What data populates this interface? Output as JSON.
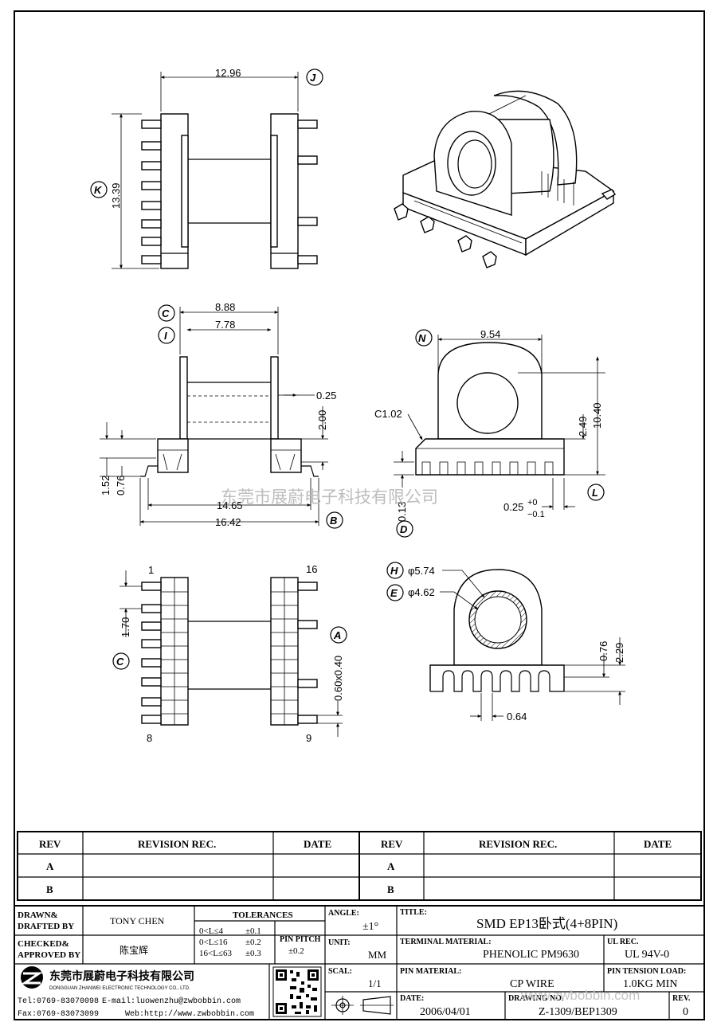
{
  "dimensions": {
    "top_width": "12.96",
    "top_height": "13.39",
    "side_outer": "8.88",
    "side_inner": "7.78",
    "flange_thk": "0.25",
    "base_step": "2.00",
    "left_152": "1.52",
    "left_076": "0.76",
    "span_inner": "14.65",
    "span_outer": "16.42",
    "front_width": "9.54",
    "chamfer": "C1.02",
    "front_249": "2.49",
    "front_height": "10.40",
    "front_013": "0.13",
    "front_tol": "0.25",
    "tol_plus": "+0",
    "tol_minus": "−0.1",
    "bottom_pitch": "1.70",
    "pin_size": "0.60x0.40",
    "pin_first": "1",
    "pin_16": "16",
    "pin_8": "8",
    "pin_9": "9",
    "dia_outer": "φ5.74",
    "dia_inner": "φ4.62",
    "rear_076": "0.76",
    "rear_229": "2.29",
    "rear_064": "0.64"
  },
  "markers": {
    "J": "J",
    "K": "K",
    "C": "C",
    "I": "I",
    "B": "B",
    "N": "N",
    "L": "L",
    "D": "D",
    "A": "A",
    "H": "H",
    "E": "E",
    "C2": "C"
  },
  "watermark": {
    "center": "东莞市展蔚电子科技有限公司",
    "corner": "www.zwbobbin.com"
  },
  "revision_table": {
    "headers": [
      "REV",
      "REVISION REC.",
      "DATE",
      "REV",
      "REVISION REC.",
      "DATE"
    ],
    "rows": [
      [
        "A",
        "",
        "",
        "A",
        "",
        ""
      ],
      [
        "B",
        "",
        "",
        "B",
        "",
        ""
      ]
    ]
  },
  "title_block": {
    "drawn_label": "DRAWN&\nDRAFTED BY",
    "drawn_label_1": "DRAWN&",
    "drawn_label_2": "DRAFTED BY",
    "drawn_value": "TONY CHEN",
    "checked_label_1": "CHECKED&",
    "checked_label_2": "APPROVED BY",
    "checked_value": "陈宝辉",
    "tolerances_label": "TOLERANCES",
    "tol_rows": [
      [
        "0<L≤4",
        "±0.1"
      ],
      [
        "0<L≤16",
        "±0.2"
      ],
      [
        "16<L≤63",
        "±0.3"
      ]
    ],
    "pin_pitch_label": "PIN PITCH",
    "pin_pitch_value": "±0.2",
    "angle_label": "ANGLE:",
    "angle_value": "±1°",
    "unit_label": "UNIT:",
    "unit_value": "MM",
    "scal_label": "SCAL:",
    "scal_value": "1/1",
    "title_label": "TITLE:",
    "title_value": "SMD EP13卧式(4+8PIN)",
    "terminal_label": "TERMINAL MATERIAL:",
    "terminal_value": "PHENOLIC PM9630",
    "ul_label": "UL REC.",
    "ul_value": "UL 94V-0",
    "pin_material_label": "PIN MATERIAL:",
    "pin_material_value": "CP WIRE",
    "tension_label": "PIN TENSION LOAD:",
    "tension_value": "1.0KG MIN",
    "date_label": "DATE:",
    "date_value": "2006/04/01",
    "drawing_label": "DRAWING NO.",
    "drawing_value": "Z-1309/BEP1309",
    "rev_label": "REV.",
    "rev_value": "0",
    "company_cn": "东莞市展蔚电子科技有限公司",
    "company_en": "DONGGUAN ZHANWEI ELECTRONIC TECHNOLOGY CO., LTD.",
    "tel": "Tel:0769-83070098",
    "email": "E-mail:luowenzhu@zwbobbin.com",
    "fax": "Fax:0769-83073099",
    "web": "Web:http://www.zwbobbin.com"
  }
}
